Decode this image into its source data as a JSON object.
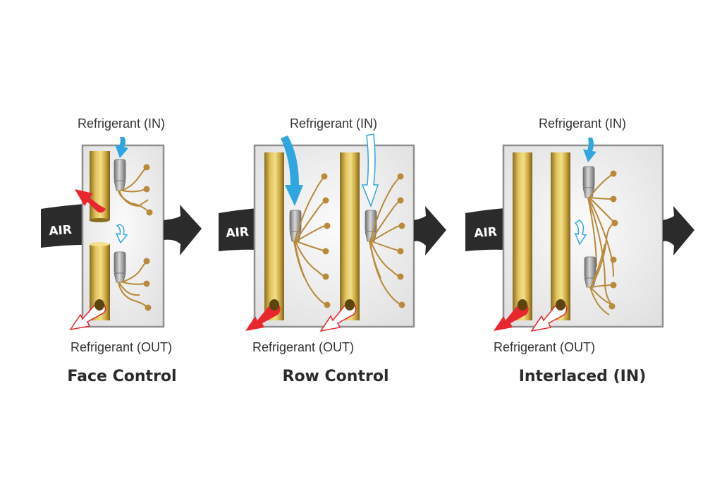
{
  "panels": [
    {
      "title": "Face Control",
      "in_label": "Refrigerant (IN)",
      "out_label": "Refrigerant (OUT)",
      "air_label": "AIR"
    },
    {
      "title": "Row Control",
      "in_label": "Refrigerant (IN)",
      "out_label": "Refrigerant (OUT)",
      "air_label": "AIR"
    },
    {
      "title": "Interlaced (IN)",
      "in_label": "Refrigerant (IN)",
      "out_label": "Refrigerant (OUT)",
      "air_label": "AIR"
    }
  ],
  "colors": {
    "refrigerant_in": "#2fa6e0",
    "refrigerant_hot": "#e8262e",
    "brass": "#c9a43c",
    "tubing": "#b88a3a",
    "air_arrow": "#2b2b2b",
    "box_fill": "#e9e9e9",
    "box_stroke": "#8f8f8f"
  }
}
